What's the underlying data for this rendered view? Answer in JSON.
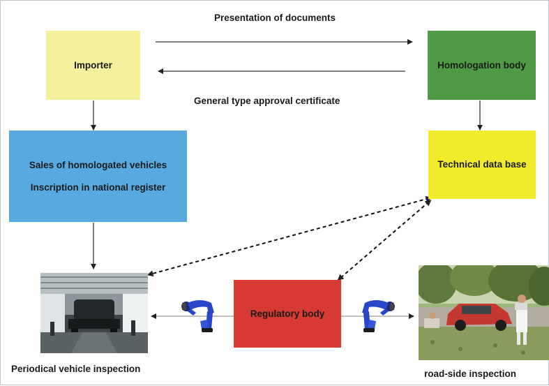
{
  "boxes": {
    "importer": "Importer",
    "homologation": "Homologation body",
    "sales_line1": "Sales of homologated vehicles",
    "sales_line2": "Inscription in national register",
    "technical": "Technical data base",
    "regulatory": "Regulatory body"
  },
  "labels": {
    "presentation": "Presentation of documents",
    "certificate": "General type approval certificate",
    "periodical": "Periodical vehicle inspection",
    "roadside": "road-side inspection"
  },
  "colors": {
    "importer": "#f5f09c",
    "homologation": "#4f9a44",
    "sales": "#57a9e0",
    "technical": "#f0ec2c",
    "regulatory": "#d63a33",
    "inspector": "#2746c8"
  },
  "icons": {
    "inspector_left": "inspector-figure-icon",
    "inspector_right": "inspector-figure-icon"
  }
}
